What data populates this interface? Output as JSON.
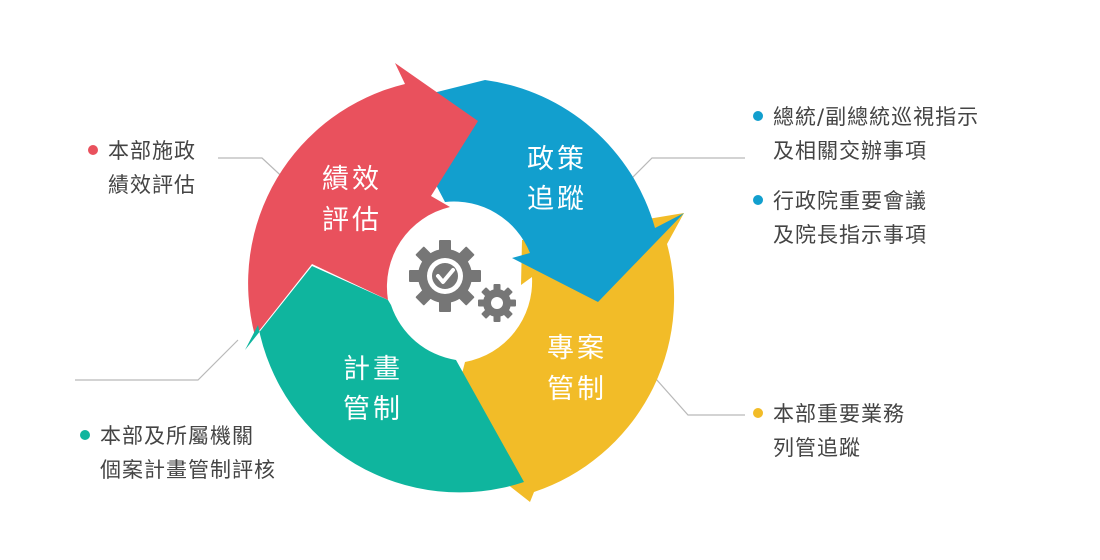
{
  "segments": {
    "red": {
      "line1": "績效",
      "line2": "評估",
      "color": "#e9515d"
    },
    "blue": {
      "line1": "政策",
      "line2": "追蹤",
      "color": "#129fce"
    },
    "yellow": {
      "line1": "專案",
      "line2": "管制",
      "color": "#f2bc28"
    },
    "green": {
      "line1": "計畫",
      "line2": "管制",
      "color": "#0fb59e"
    }
  },
  "center": {
    "icon": "gears-check-icon",
    "color": "#767676"
  },
  "notes": {
    "red": {
      "line1": "本部施政",
      "line2": "績效評估",
      "dot_color": "#e9515d"
    },
    "blue_1": {
      "line1": "總統/副總統巡視指示",
      "line2": "及相關交辦事項",
      "dot_color": "#129fce"
    },
    "blue_2": {
      "line1": "行政院重要會議",
      "line2": "及院長指示事項",
      "dot_color": "#129fce"
    },
    "yellow": {
      "line1": "本部重要業務",
      "line2": "列管追蹤",
      "dot_color": "#f2bc28"
    },
    "green": {
      "line1": "本部及所屬機關",
      "line2": "個案計畫管制評核",
      "dot_color": "#0fb59e"
    }
  }
}
